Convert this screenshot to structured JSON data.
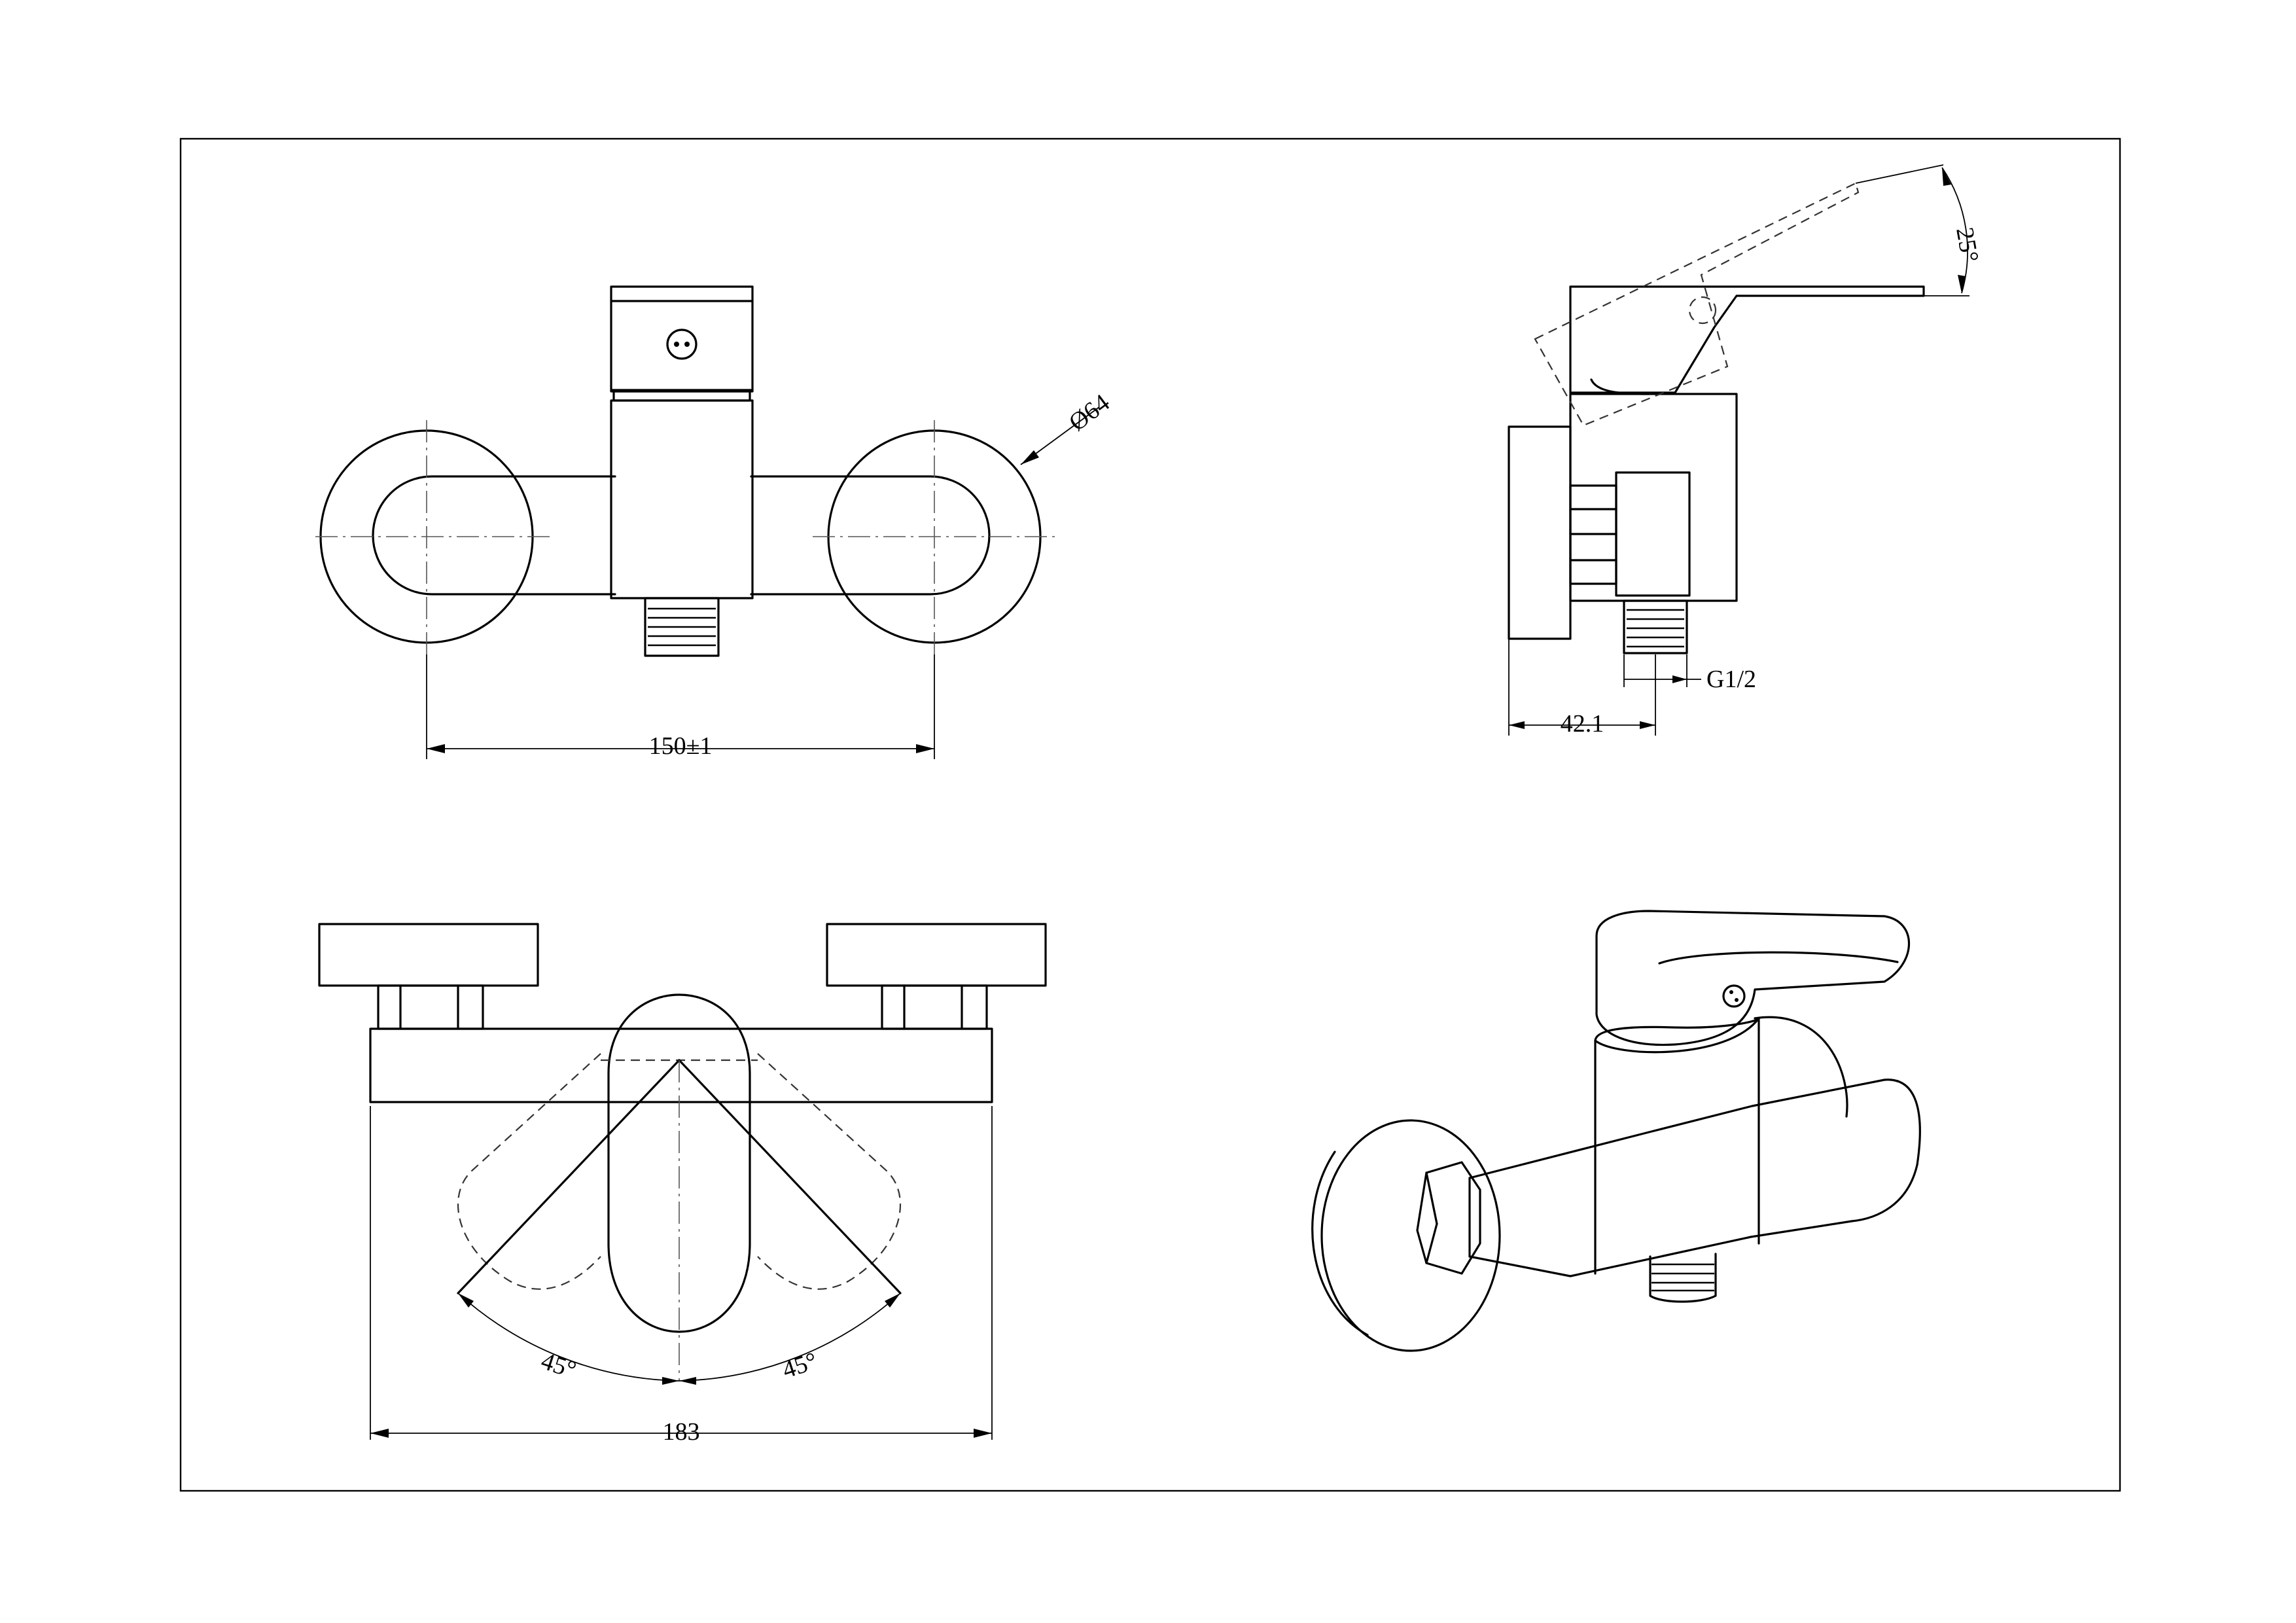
{
  "dimensions": {
    "diameter": "Ø64",
    "center_distance": "150±1",
    "overall_width": "183",
    "swing_left": "45°",
    "swing_right": "45°",
    "lever_lift": "25°",
    "projection": "42.1",
    "thread": "G1/2"
  },
  "colors": {
    "line": "#000000",
    "background": "#ffffff"
  }
}
